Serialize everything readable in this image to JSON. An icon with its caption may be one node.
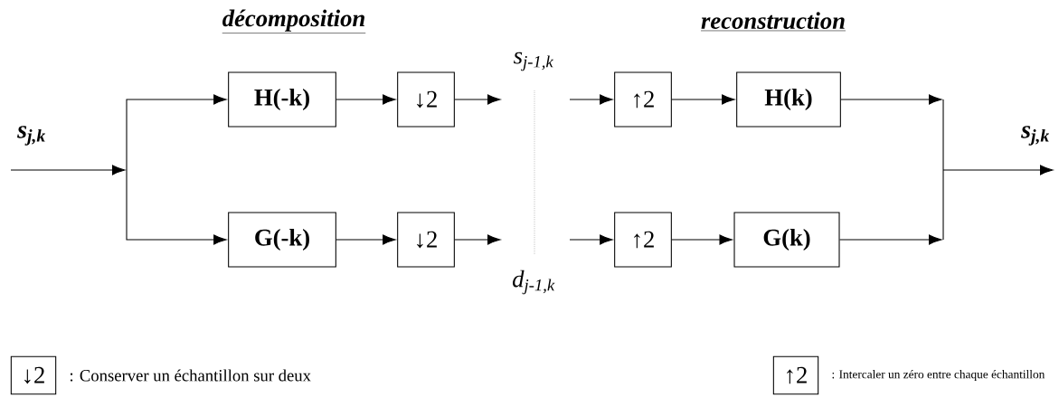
{
  "diagram": {
    "nodes": [
      {
        "text": [
          "H(-k)"
        ]
      },
      {
        "text": [
          "↓2"
        ]
      },
      {
        "text": [
          "G(-k)"
        ]
      },
      {
        "text": [
          "↓2"
        ]
      },
      {
        "text": [
          "↑2"
        ]
      },
      {
        "text": [
          "H(k)"
        ]
      },
      {
        "text": [
          "↑2"
        ]
      },
      {
        "text": [
          "G(k)"
        ]
      },
      {
        "text": [
          "↓2"
        ],
        "beside": [
          ": Conserver un échantillon sur deux"
        ]
      },
      {
        "text": [
          "↑2"
        ],
        "beside": [
          ": Intercaler un zéro entre chaque échantillon"
        ]
      }
    ],
    "edges": [
      {
        "from": null,
        "to": 0,
        "arrow": "to"
      },
      {
        "from": null,
        "to": 2,
        "arrow": "to"
      },
      {
        "from": 0,
        "to": 1,
        "arrow": "to"
      },
      {
        "from": 2,
        "to": 3,
        "arrow": "to"
      },
      {
        "from": 1,
        "to": null,
        "arrow": "to"
      },
      {
        "from": 3,
        "to": null,
        "arrow": "to"
      },
      {
        "from": null,
        "to": 4,
        "arrow": "to"
      },
      {
        "from": null,
        "to": 6,
        "arrow": "to"
      },
      {
        "from": 4,
        "to": 5,
        "arrow": "to"
      },
      {
        "from": 6,
        "to": 7,
        "arrow": "to"
      },
      {
        "from": 5,
        "to": null,
        "arrow": "to"
      },
      {
        "from": 7,
        "to": null,
        "arrow": "to"
      }
    ],
    "labels": [
      "décomposition",
      "reconstruction",
      "s$_{j-1,k}$",
      "s$_{j,k}$",
      "s$_{j,k}$",
      "d$_{j-1,k}$"
    ]
  }
}
